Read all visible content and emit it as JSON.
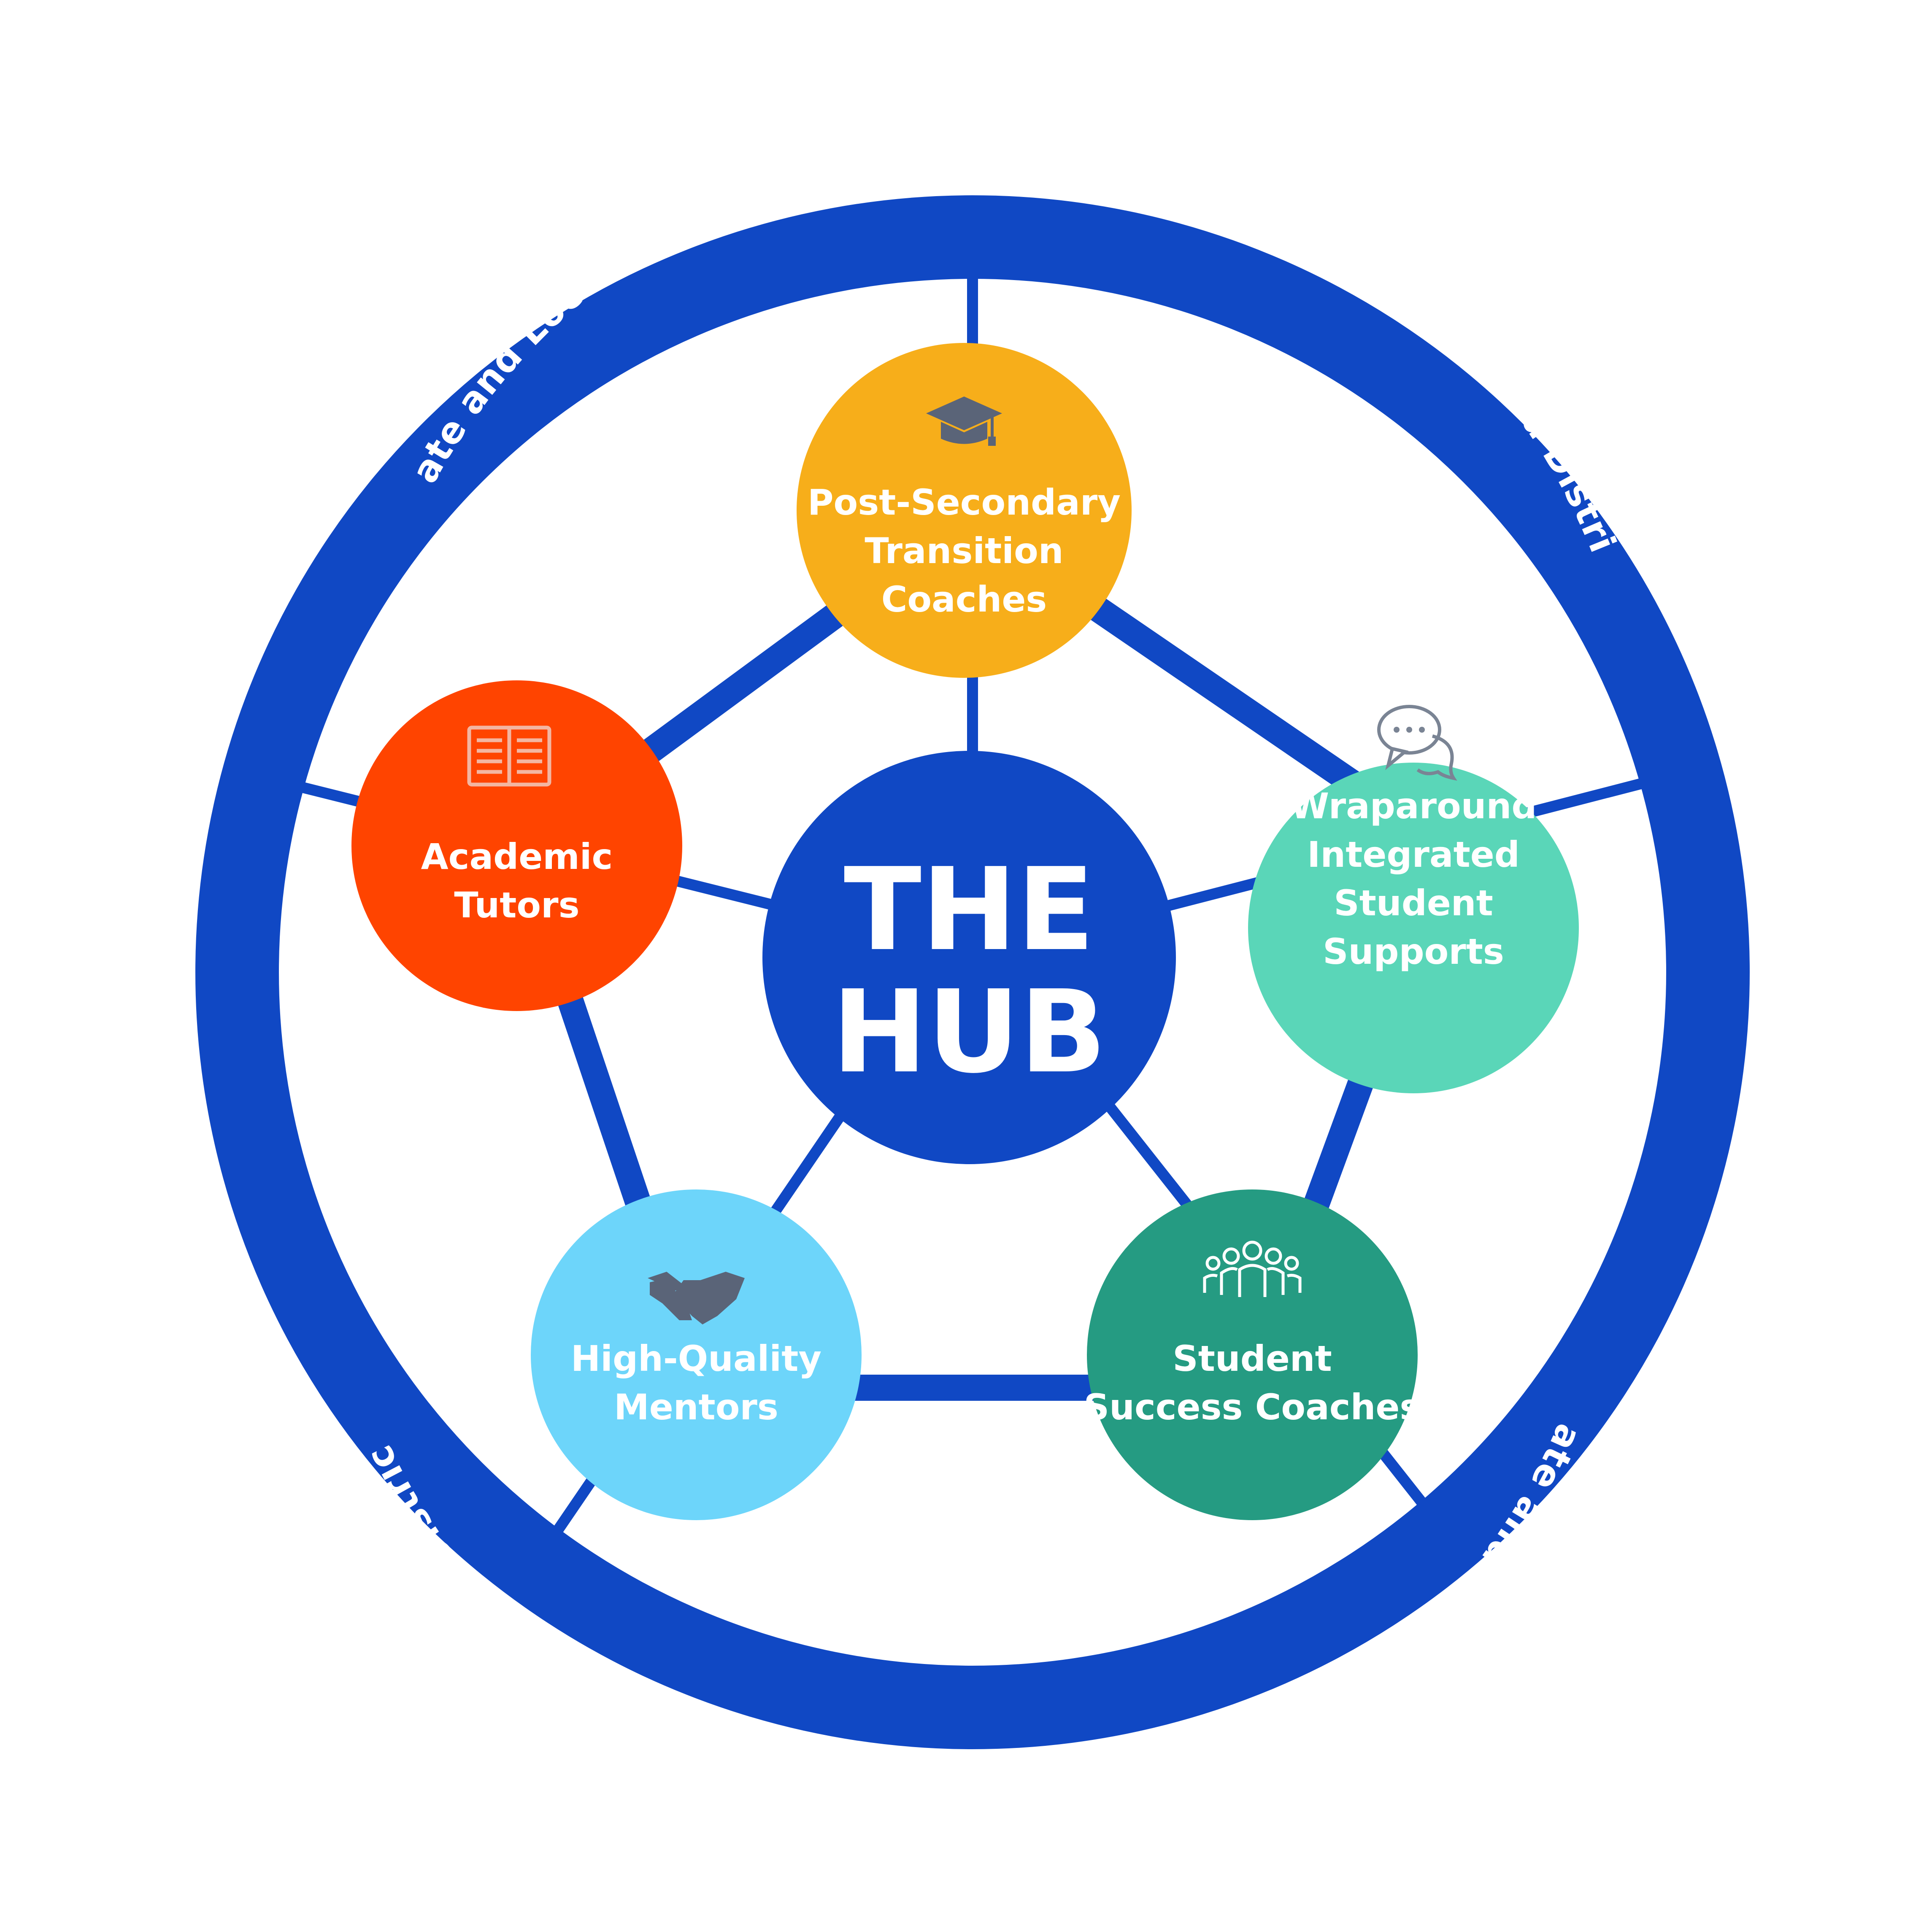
{
  "colors": {
    "blue": "#1048c4",
    "white": "#ffffff",
    "icon": "#5a6478"
  },
  "ring": {
    "top_text": "State and Local Agencies, Providers, Collaboratives, Schools, and Districts",
    "bottom_text": "State and Local Agencies, Providers, Collaboratives, Schools, and Districts"
  },
  "hub": {
    "line1": "THE",
    "line2": "HUB"
  },
  "nodes": [
    {
      "id": "post-secondary",
      "lines": [
        "Post-Secondary",
        "Transition",
        "Coaches"
      ],
      "color": "#f7ae1a",
      "icon": "graduation-cap-icon"
    },
    {
      "id": "wraparound",
      "lines": [
        "Wraparound",
        "Integrated",
        "Student",
        "Supports"
      ],
      "color": "#5ad6b8",
      "icon": "chat-bubbles-icon"
    },
    {
      "id": "student-success",
      "lines": [
        "Student",
        "Success Coaches"
      ],
      "color": "#259b82",
      "icon": "people-group-icon"
    },
    {
      "id": "mentors",
      "lines": [
        "High-Quality",
        "Mentors"
      ],
      "color": "#6dd5fa",
      "icon": "handshake-icon"
    },
    {
      "id": "tutors",
      "lines": [
        "Academic",
        "Tutors"
      ],
      "color": "#ff4400",
      "icon": "open-book-icon"
    }
  ]
}
